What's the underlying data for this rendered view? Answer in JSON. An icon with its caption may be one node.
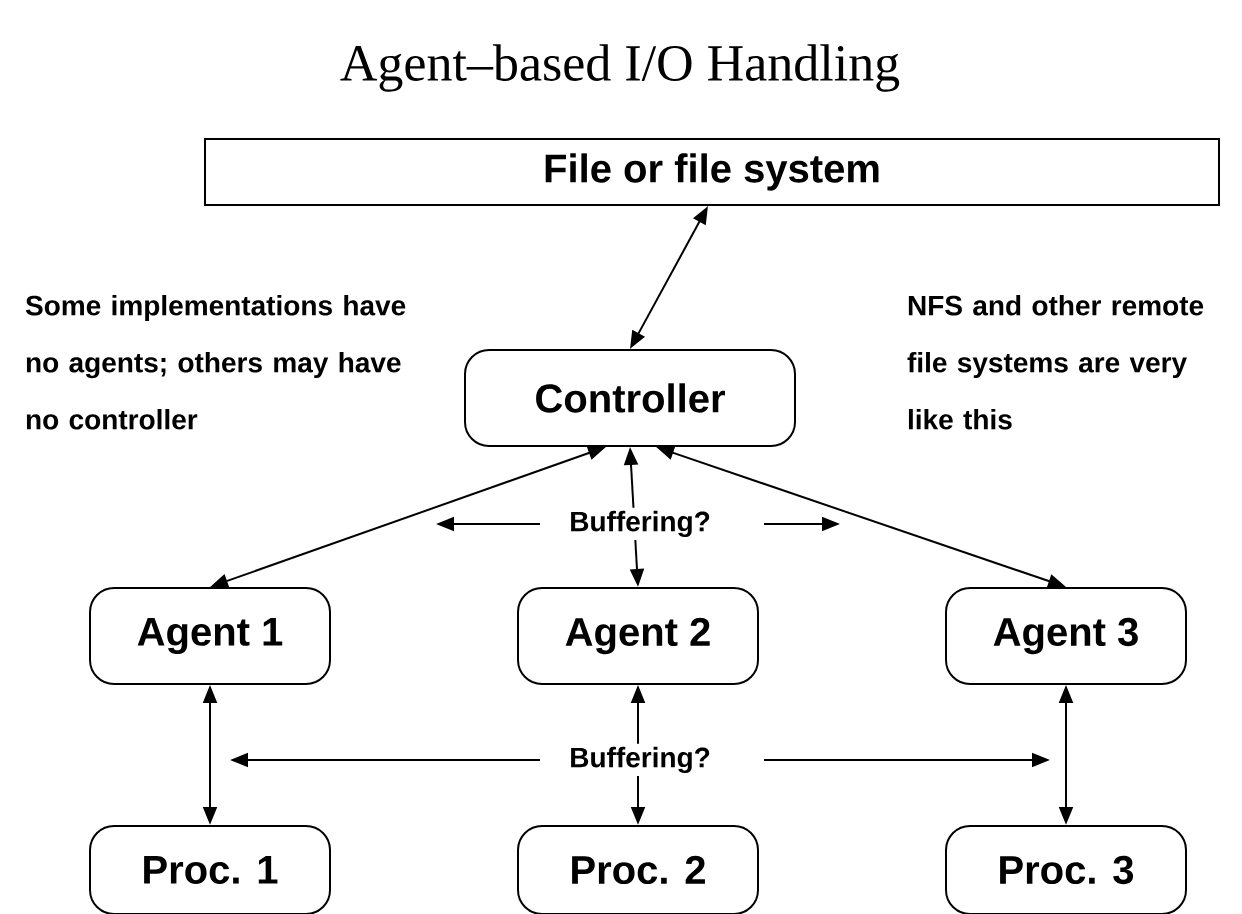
{
  "diagram": {
    "title": "Agent–based I/O Handling",
    "nodes": [
      {
        "text": [
          "File or file system"
        ]
      },
      {
        "text": [
          "Controller"
        ]
      },
      {
        "text": [
          "Agent 1"
        ]
      },
      {
        "text": [
          "Agent 2"
        ]
      },
      {
        "text": [
          "Agent 3"
        ]
      },
      {
        "text": [
          "Proc. 1"
        ]
      },
      {
        "text": [
          "Proc. 2"
        ]
      },
      {
        "text": [
          "Proc. 3"
        ]
      }
    ],
    "edges": [
      {
        "from": 0,
        "to": 1,
        "arrow": "both"
      },
      {
        "from": 1,
        "to": 2,
        "arrow": "both"
      },
      {
        "from": 1,
        "to": 3,
        "arrow": "both"
      },
      {
        "from": 1,
        "to": 4,
        "arrow": "both"
      },
      {
        "from": 2,
        "to": 5,
        "arrow": "both"
      },
      {
        "from": 3,
        "to": 6,
        "arrow": "both"
      },
      {
        "from": 4,
        "to": 7,
        "arrow": "both"
      }
    ],
    "labels": [
      "Some implementations have no agents; others may have no controller",
      "NFS and other remote file systems are very like this",
      "Buffering?",
      "Buffering?"
    ]
  }
}
